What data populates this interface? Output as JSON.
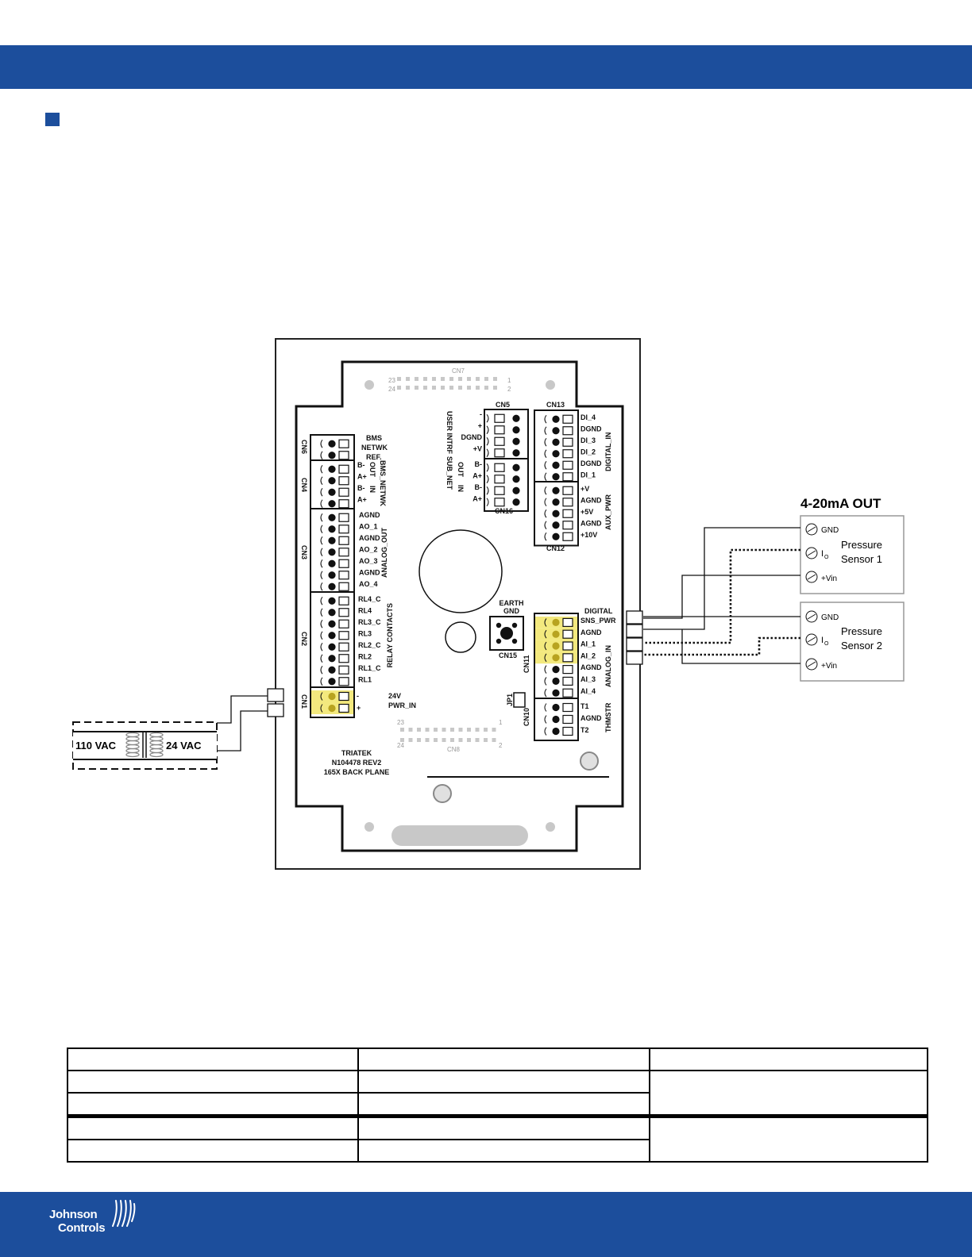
{
  "board": {
    "cn7": "CN7",
    "cn7_pin_tl": "23",
    "cn7_pin_bl": "24",
    "cn7_pin_tr": "1",
    "cn7_pin_br": "2",
    "cn8": "CN8",
    "cn8_pin_tl": "23",
    "cn8_pin_bl": "24",
    "cn8_pin_tr": "1",
    "cn8_pin_br": "2",
    "cn5": "CN5",
    "cn16": "CN16",
    "cn13": "CN13",
    "cn12": "CN12",
    "cn15": "CN15",
    "cn11": "CN11",
    "cn10": "CN10",
    "cn6": "CN6",
    "cn4": "CN4",
    "cn3": "CN3",
    "cn2": "CN2",
    "cn1": "CN1",
    "jp1": "JP1",
    "cn5_pins": [
      "-",
      "+",
      "DGND",
      "+V"
    ],
    "cn16_pins": [
      "B-",
      "A+",
      "B-",
      "A+"
    ],
    "user_intrf": "USER INTRF",
    "sub_net": "SUB_NET",
    "out": "OUT",
    "in": "IN",
    "cn13_pins": [
      "DI_4",
      "DGND",
      "DI_3",
      "DI_2",
      "DGND",
      "DI_1"
    ],
    "digital_in": "DIGITAL_IN",
    "cn12_pins": [
      "+V",
      "AGND",
      "+5V",
      "AGND",
      "+10V"
    ],
    "aux_pwr": "AUX_PWR",
    "bms_lines": [
      "BMS",
      "NETWK",
      "REF."
    ],
    "cn4_pins": [
      "B-",
      "A+",
      "B-",
      "A+"
    ],
    "bms_netwk": "BMS_NETWK",
    "cn3_pins": [
      "AGND",
      "AO_1",
      "AGND",
      "AO_2",
      "AO_3",
      "AGND",
      "AO_4"
    ],
    "analog_out": "ANALOG_OUT",
    "cn2_pins": [
      "RL4_C",
      "RL4",
      "RL3_C",
      "RL3",
      "RL2_C",
      "RL2",
      "RL1_C",
      "RL1"
    ],
    "relay_contacts": "RELAY CONTACTS",
    "cn1_pins": [
      "-",
      "+"
    ],
    "pwr_in_1": "24V",
    "pwr_in_2": "PWR_IN",
    "earth": "EARTH",
    "gnd": "GND",
    "digital": "DIGITAL",
    "cn11_pins": [
      "SNS_PWR",
      "AGND",
      "AI_1",
      "AI_2",
      "AGND",
      "AI_3",
      "AI_4"
    ],
    "analog_in": "ANALOG_IN",
    "cn10_pins": [
      "T1",
      "AGND",
      "T2"
    ],
    "thmstr": "THMSTR",
    "maker_1": "TRIATEK",
    "maker_2": "N104478 REV2",
    "maker_3": "165X BACK PLANE"
  },
  "transformer": {
    "primary": "110 VAC",
    "secondary": "24 VAC"
  },
  "sensors": {
    "heading": "4-20mA OUT",
    "sensor1_line1": "Pressure",
    "sensor1_line2": "Sensor 1",
    "sensor2_line1": "Pressure",
    "sensor2_line2": "Sensor 2",
    "terminal_gnd": "GND",
    "terminal_io": "I",
    "terminal_io_sub": "O",
    "terminal_vin": "+Vin"
  },
  "footer": {
    "logo_line1": "Johnson",
    "logo_line2": "Controls"
  }
}
